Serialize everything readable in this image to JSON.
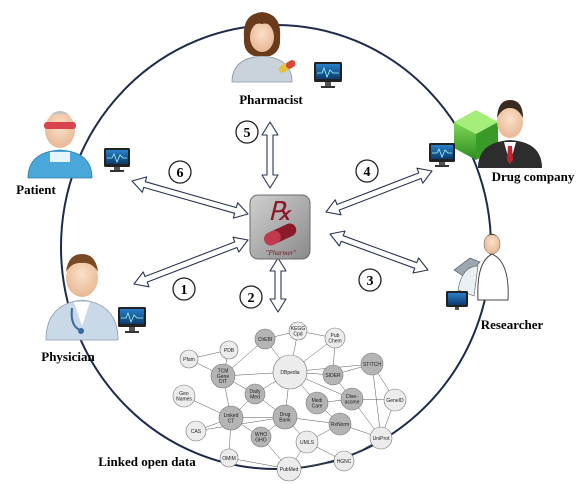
{
  "roles": [
    {
      "id": "pharmacist",
      "label": "Pharmacist"
    },
    {
      "id": "patient",
      "label": "Patient"
    },
    {
      "id": "drug-company",
      "label": "Drug company"
    },
    {
      "id": "physician",
      "label": "Physician"
    },
    {
      "id": "researcher",
      "label": "Researcher"
    }
  ],
  "arrows": [
    {
      "number": "1",
      "link": "physician"
    },
    {
      "number": "2",
      "link": "linked-open-data"
    },
    {
      "number": "3",
      "link": "researcher"
    },
    {
      "number": "4",
      "link": "drug-company"
    },
    {
      "number": "5",
      "link": "pharmacist"
    },
    {
      "number": "6",
      "link": "patient"
    }
  ],
  "center": {
    "logo_caption": "\"Pharmer\""
  },
  "lod": {
    "caption": "Linked open data",
    "nodes": [
      {
        "id": "chebi",
        "lines": [
          "ChEBI"
        ],
        "shade": "dark"
      },
      {
        "id": "kegg-cpd",
        "lines": [
          "KEGG",
          "Cpd"
        ],
        "shade": "light"
      },
      {
        "id": "pub-chem",
        "lines": [
          "Pub",
          "Chem"
        ],
        "shade": "light"
      },
      {
        "id": "pdb",
        "lines": [
          "PDB"
        ],
        "shade": "light"
      },
      {
        "id": "pfam",
        "lines": [
          "Pfam"
        ],
        "shade": "light"
      },
      {
        "id": "tcm",
        "lines": [
          "TCM",
          "Gene",
          "DIT"
        ],
        "shade": "dark"
      },
      {
        "id": "dbpedia",
        "lines": [
          "DBpedia"
        ],
        "shade": "light"
      },
      {
        "id": "sider",
        "lines": [
          "SIDER"
        ],
        "shade": "dark"
      },
      {
        "id": "stitch",
        "lines": [
          "STITCH"
        ],
        "shade": "dark"
      },
      {
        "id": "geo-names",
        "lines": [
          "Geo",
          "Names"
        ],
        "shade": "light"
      },
      {
        "id": "daily-med",
        "lines": [
          "Daily",
          "Med"
        ],
        "shade": "dark"
      },
      {
        "id": "medi-care",
        "lines": [
          "Medi",
          "Care"
        ],
        "shade": "dark"
      },
      {
        "id": "diseasome",
        "lines": [
          "Dise-",
          "asome"
        ],
        "shade": "dark"
      },
      {
        "id": "gene-id",
        "lines": [
          "GeneID"
        ],
        "shade": "light"
      },
      {
        "id": "linked-ct",
        "lines": [
          "Linked",
          "CT"
        ],
        "shade": "dark"
      },
      {
        "id": "drug-bank",
        "lines": [
          "Drug",
          "Bank"
        ],
        "shade": "dark"
      },
      {
        "id": "rxnorm",
        "lines": [
          "RxNorm"
        ],
        "shade": "dark"
      },
      {
        "id": "cas",
        "lines": [
          "CAS"
        ],
        "shade": "light"
      },
      {
        "id": "who-gho",
        "lines": [
          "WHO",
          "GHO"
        ],
        "shade": "dark"
      },
      {
        "id": "umls",
        "lines": [
          "UMLS"
        ],
        "shade": "light"
      },
      {
        "id": "uniprot",
        "lines": [
          "UniProt"
        ],
        "shade": "light"
      },
      {
        "id": "omim",
        "lines": [
          "OMIM"
        ],
        "shade": "light"
      },
      {
        "id": "hgnc",
        "lines": [
          "HGNC"
        ],
        "shade": "light"
      },
      {
        "id": "pubmed",
        "lines": [
          "PubMed"
        ],
        "shade": "light"
      }
    ]
  },
  "colors": {
    "circle": "#1f2a4a",
    "arrow_stroke": "#2b3552",
    "node_light": "#ececec",
    "node_dark": "#b4b4b4",
    "logo": "#8b1a2b"
  }
}
